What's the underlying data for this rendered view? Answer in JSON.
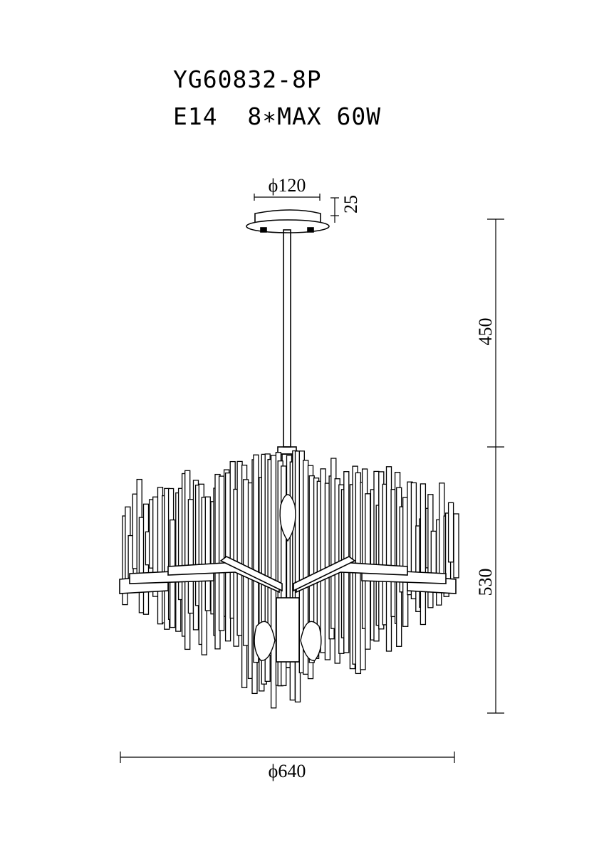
{
  "header": {
    "model": "YG60832-8P",
    "spec": "E14  8∗MAX 60W"
  },
  "dimensions": {
    "canopy_diameter": "ϕ120",
    "canopy_height": "25",
    "rod_length": "450",
    "body_height": "530",
    "body_diameter": "ϕ640"
  },
  "colors": {
    "line": "#000000",
    "background": "#ffffff"
  }
}
